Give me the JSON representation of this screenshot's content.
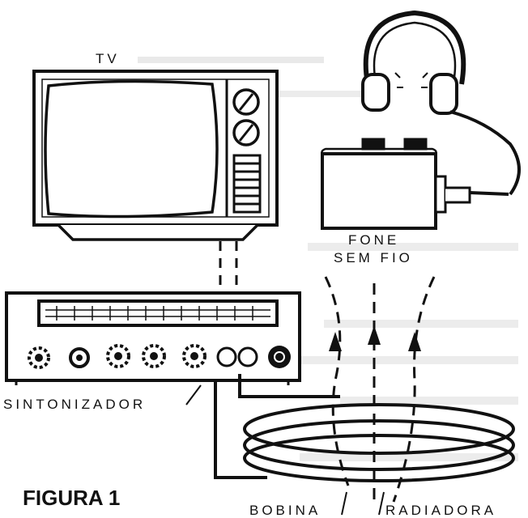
{
  "labels": {
    "tv": "TV",
    "headphone_line1": "FONE",
    "headphone_line2": "SEM FIO",
    "tuner": "SINTONIZADOR",
    "coil": "BOBINA",
    "radiating": "RADIADORA",
    "figure": "FIGURA 1"
  },
  "colors": {
    "ink": "#111111",
    "paper": "#ffffff",
    "bleed_through": "#cfcfcf"
  }
}
